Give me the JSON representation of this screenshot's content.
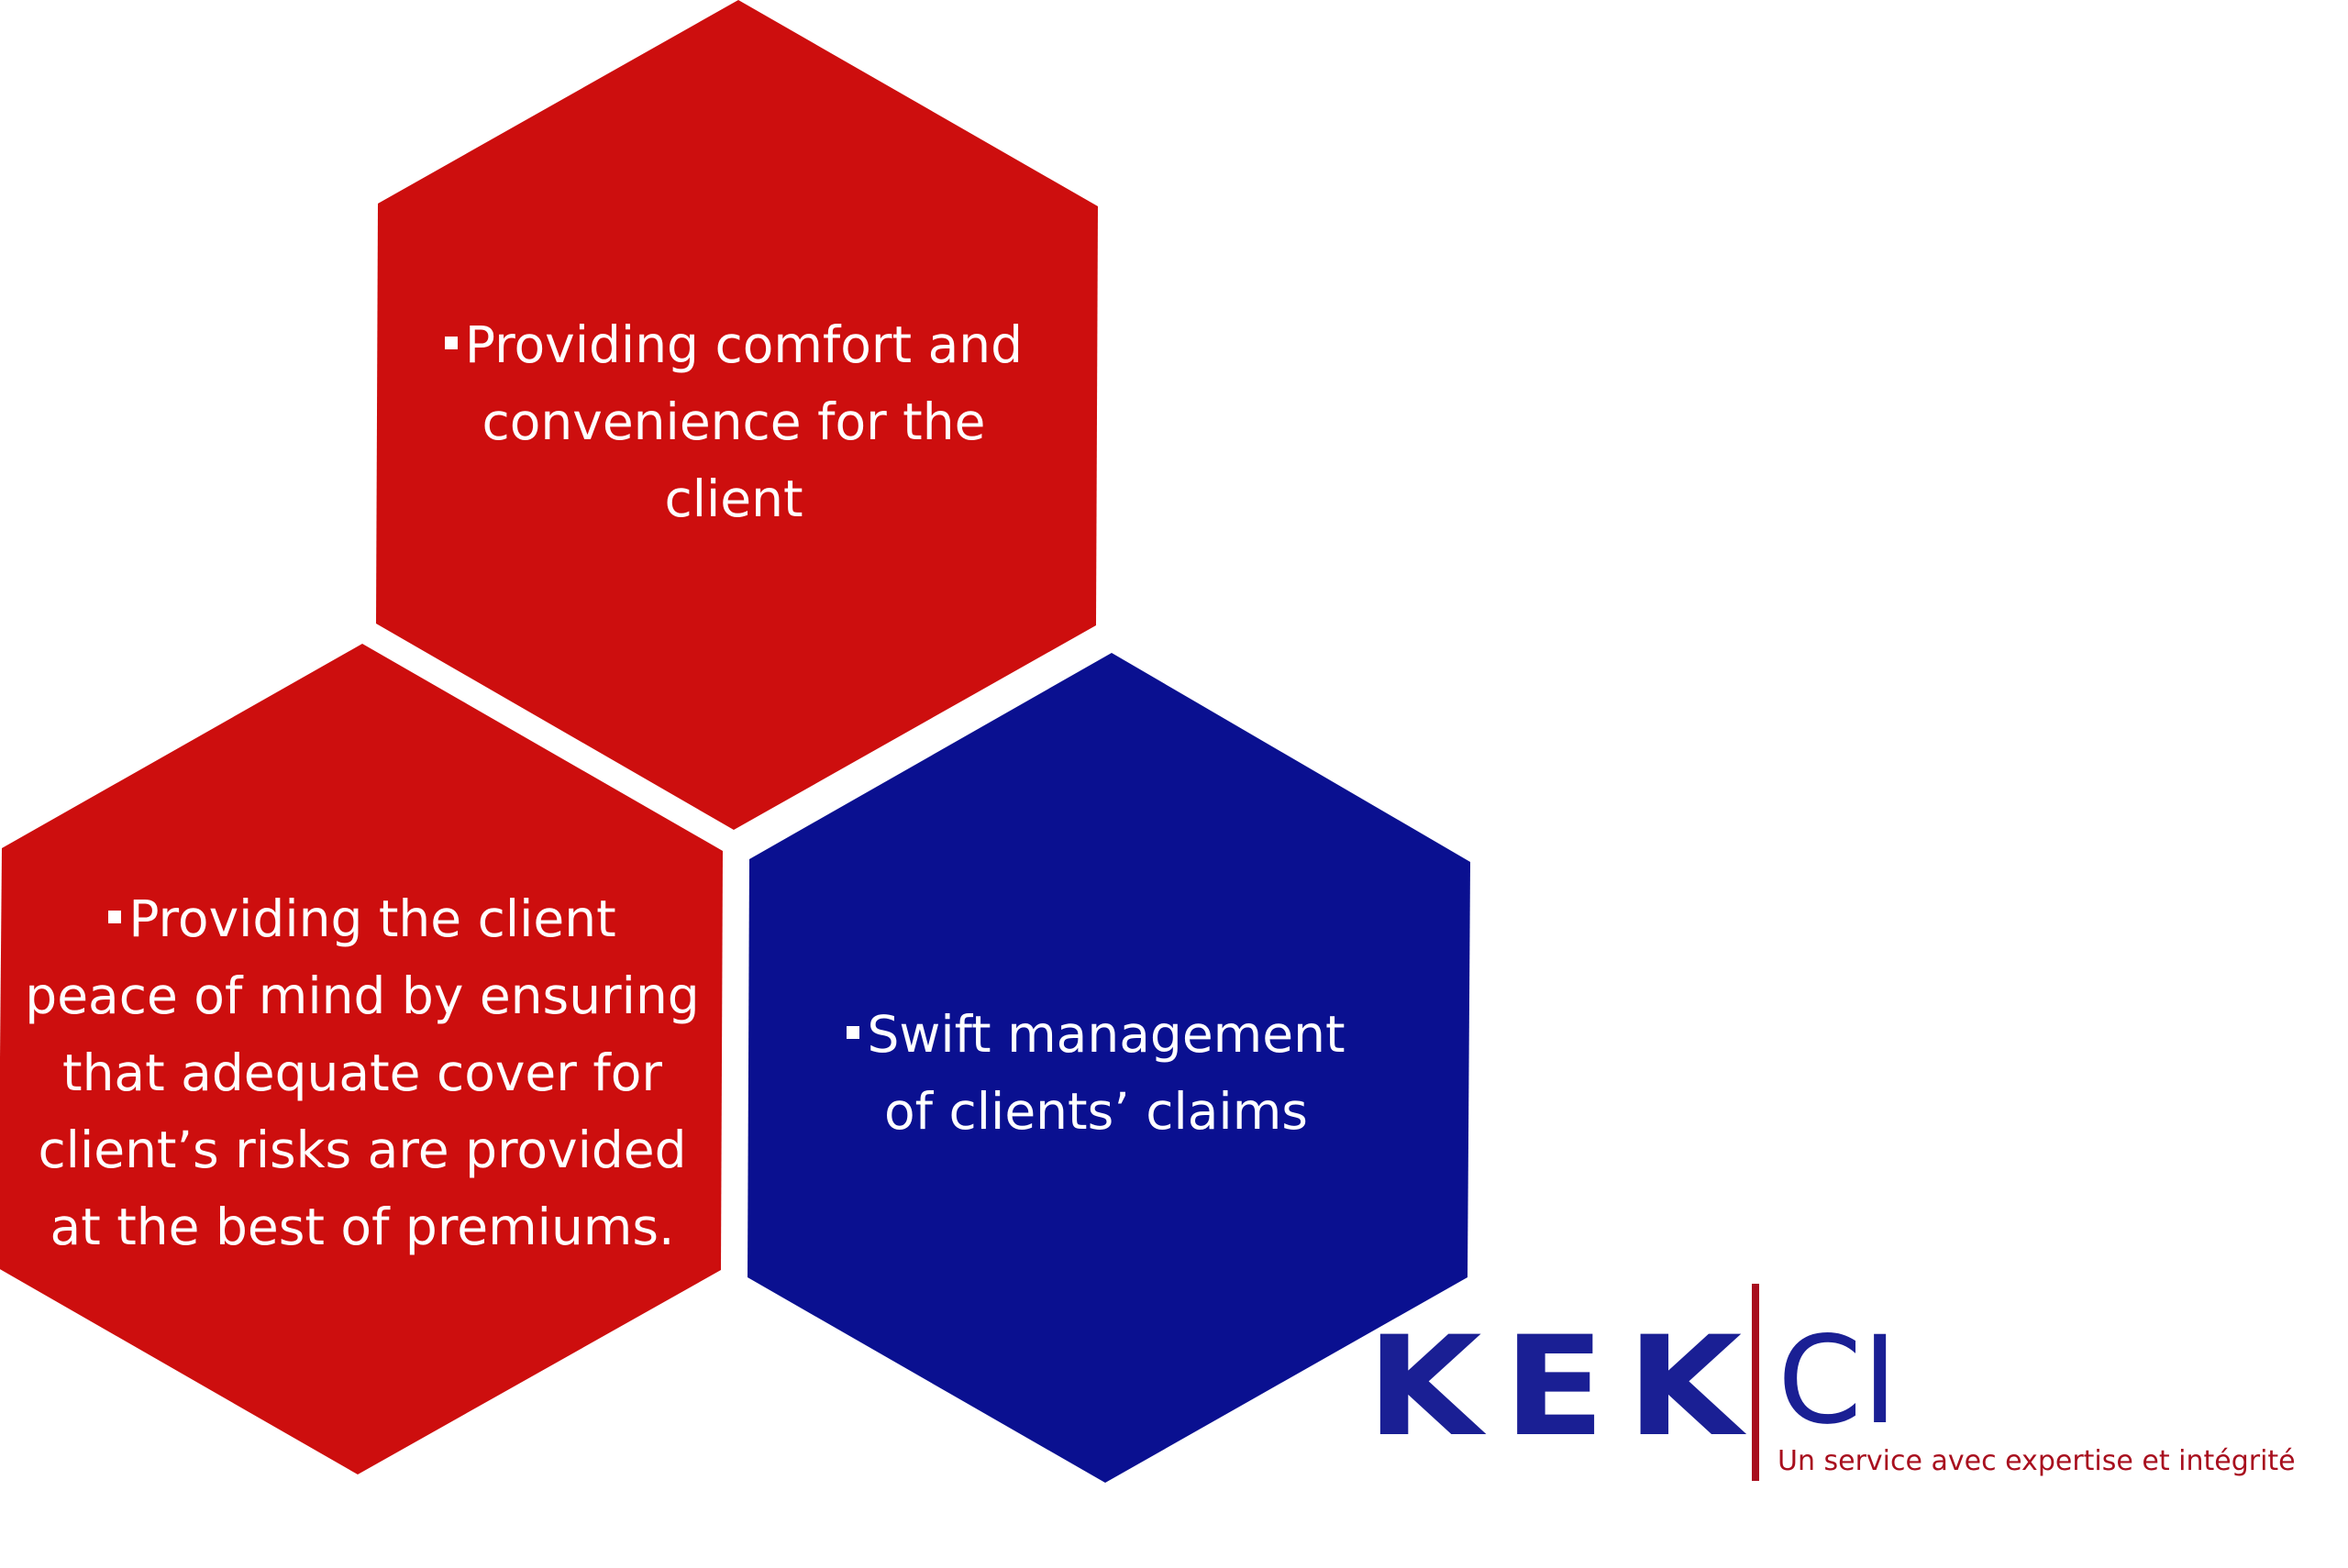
{
  "colors": {
    "red": "#cd0e0e",
    "blue": "#0a1090",
    "logo_blue": "#1a1f94",
    "logo_red": "#a80f1e",
    "text": "#ffffff"
  },
  "hexagons": [
    {
      "id": "top",
      "color": "red",
      "lines": [
        "Providing comfort and",
        "convenience for the",
        "client"
      ]
    },
    {
      "id": "left",
      "color": "red",
      "lines": [
        "Providing the client",
        "peace of mind by ensuring",
        "that adequate cover for",
        "client’s risks are provided",
        "at the best of premiums."
      ]
    },
    {
      "id": "right",
      "color": "blue",
      "lines": [
        "Swift management",
        "of clients’ claims"
      ]
    }
  ],
  "logo": {
    "name_left": "KEK",
    "name_right": "CI",
    "tagline": "Un service avec expertise et intégrité"
  }
}
